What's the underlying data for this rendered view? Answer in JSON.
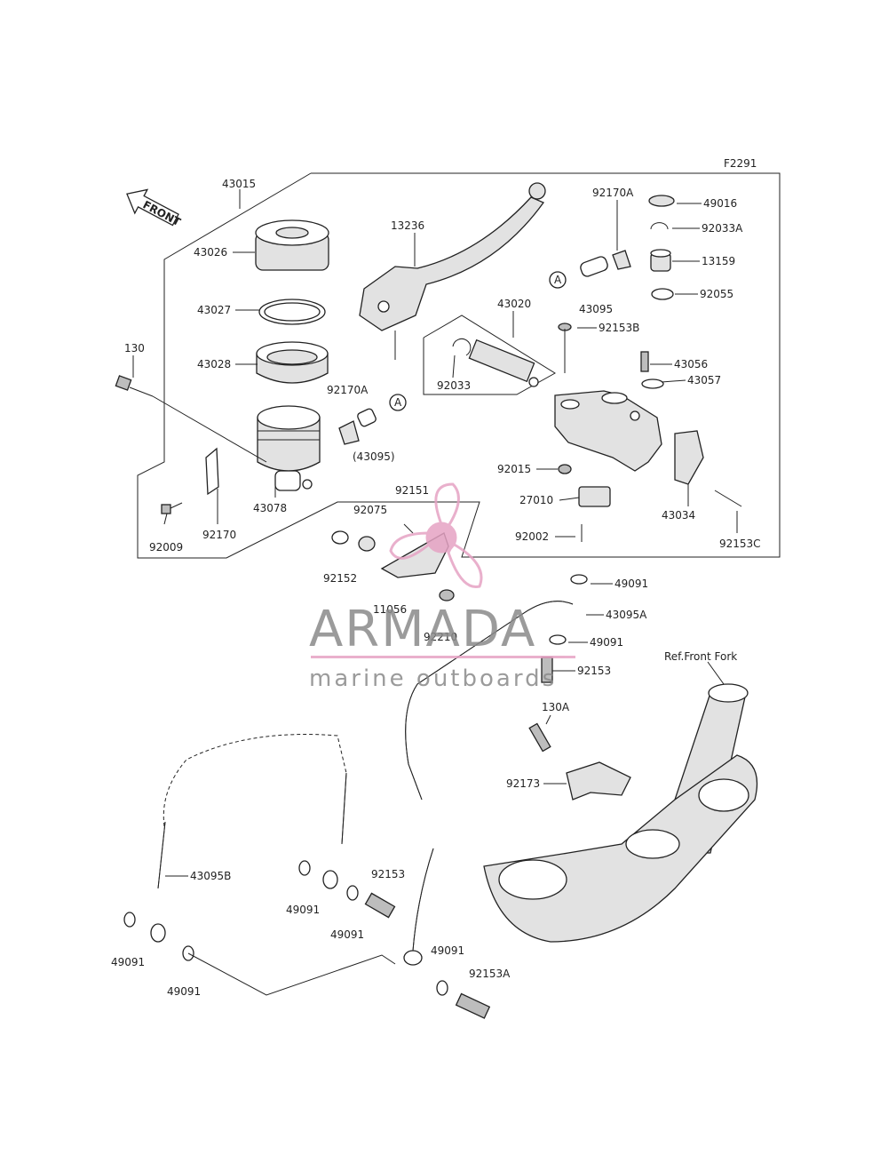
{
  "figure_code": "F2291",
  "front_arrow": "FRONT",
  "callout_letter": "A",
  "reference_label": "Ref.Front Fork",
  "watermark": {
    "brand": "ARMADA",
    "tagline": "marine outboards",
    "brand_color": "#e6a3c4",
    "text_color": "#8a8a8a"
  },
  "parts": {
    "p43015": "43015",
    "p43026": "43026",
    "p43027": "43027",
    "p43028": "43028",
    "p130": "130",
    "p92009": "92009",
    "p92170": "92170",
    "p43078": "43078",
    "p92170A_a": "92170A",
    "p43095_paren": "(43095)",
    "p13236": "13236",
    "p43020": "43020",
    "p92033": "92033",
    "p92170A_b": "92170A",
    "p43095": "43095",
    "p49016": "49016",
    "p92033A": "92033A",
    "p13159": "13159",
    "p92055": "92055",
    "p92153B": "92153B",
    "p43056": "43056",
    "p43057": "43057",
    "p92015": "92015",
    "p27010": "27010",
    "p92002": "92002",
    "p43034": "43034",
    "p92153C": "92153C",
    "p92151": "92151",
    "p92075": "92075",
    "p92152": "92152",
    "p11056": "11056",
    "p92210": "92210",
    "p49091_a": "49091",
    "p43095A": "43095A",
    "p49091_b": "49091",
    "p92153_a": "92153",
    "p130A": "130A",
    "p92173": "92173",
    "p43095B": "43095B",
    "p49091_c": "49091",
    "p49091_d": "49091",
    "p92153_b": "92153",
    "p49091_e": "49091",
    "p49091_f": "49091",
    "p49091_g": "49091",
    "p92153A": "92153A"
  }
}
